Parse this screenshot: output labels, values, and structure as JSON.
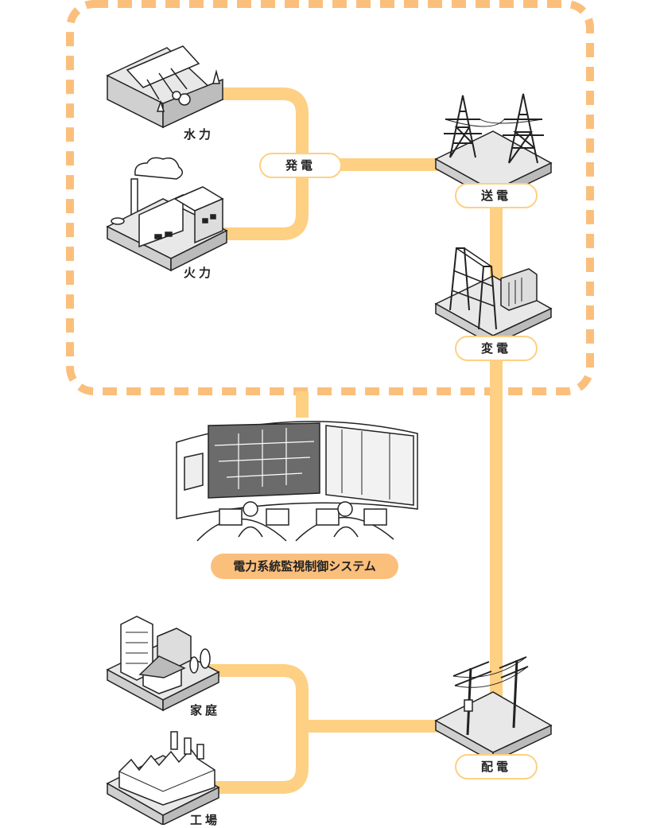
{
  "labels": {
    "hydro": "水力",
    "thermal": "火力",
    "generation": "発電",
    "transmission": "送電",
    "substation": "変電",
    "control_system": "電力系統監視制御システム",
    "home": "家庭",
    "factory": "工場",
    "distribution": "配電"
  },
  "colors": {
    "line": "#fdd083",
    "dashed_border": "#fbbf7c",
    "control_pill": "#fbbf7c",
    "ink": "#222222"
  },
  "icons": [
    "hydro-dam-icon",
    "thermal-plant-icon",
    "transmission-tower-icon",
    "substation-icon",
    "control-room-icon",
    "house-icon",
    "factory-icon",
    "utility-pole-icon"
  ]
}
